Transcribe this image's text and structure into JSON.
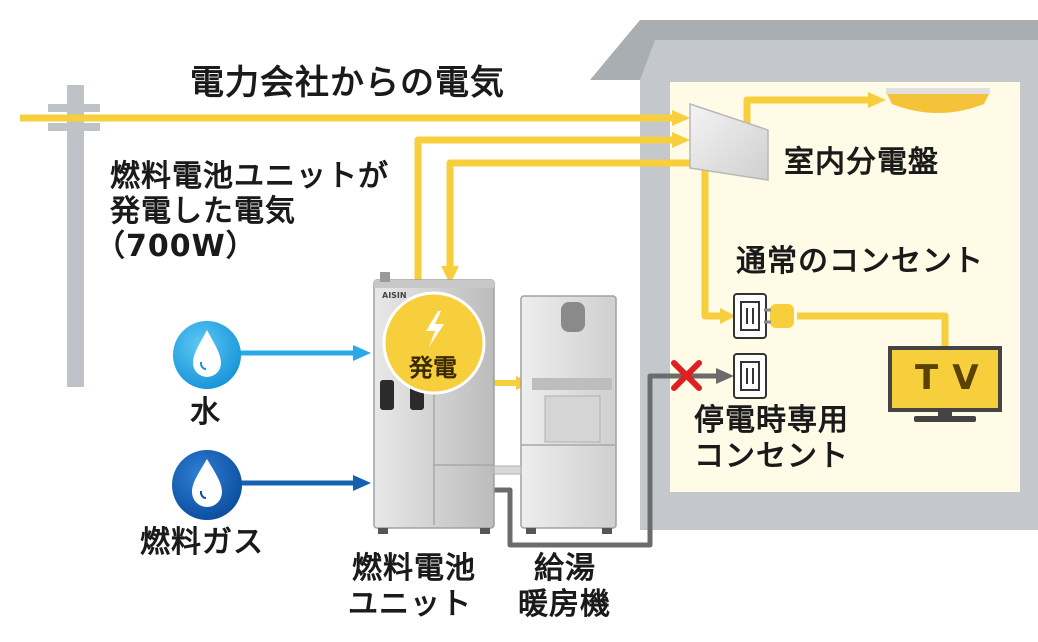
{
  "labels": {
    "utility_power": "電力会社からの電気",
    "generated_power_line1": "燃料電池ユニットが",
    "generated_power_line2": "発電した電気",
    "generated_power_line3": "（700W）",
    "distribution_board": "室内分電盤",
    "normal_outlet": "通常のコンセント",
    "blackout_outlet_line1": "停電時専用",
    "blackout_outlet_line2": "コンセント",
    "water": "水",
    "fuel_gas": "燃料ガス",
    "fuel_cell_unit_line1": "燃料電池",
    "fuel_cell_unit_line2": "ユニット",
    "water_heater_line1": "給湯",
    "water_heater_line2": "暖房機",
    "generation_badge": "発電",
    "tv": "TV",
    "unit_brand": "AISIN"
  },
  "colors": {
    "power_line": "#f7cf3c",
    "water_line": "#2aa9e6",
    "gas_line": "#1560b0",
    "pipe_line": "#6b6b6b",
    "house_wall": "#c4c8cc",
    "house_interior": "#fffbe6",
    "blocked_mark": "#e02020"
  },
  "icons": [
    "lightning-icon",
    "water-drop-icon",
    "gas-flame-icon",
    "x-mark-icon",
    "plug-icon"
  ]
}
